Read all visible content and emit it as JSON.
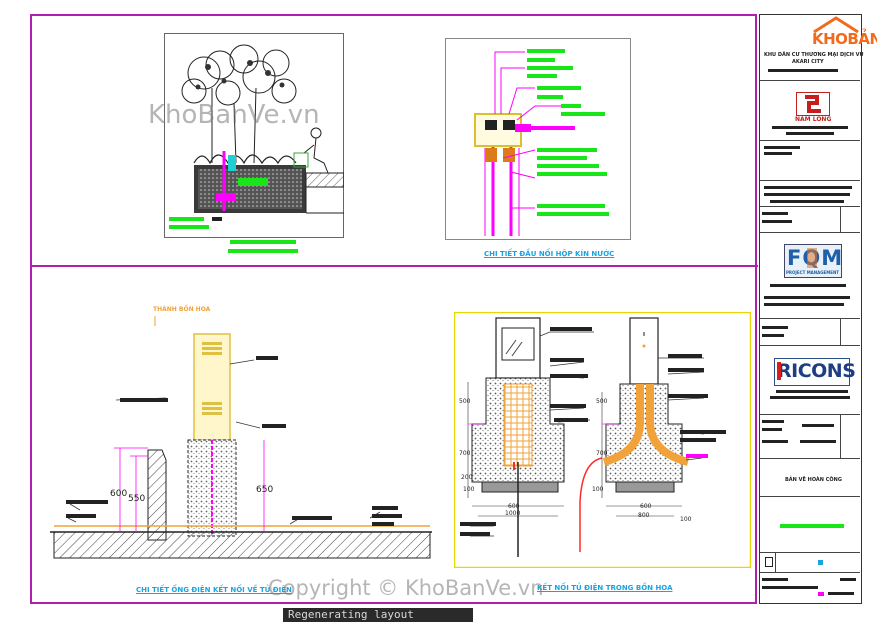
{
  "viewport": {
    "detail_captions": {
      "water_box": "CHI TIẾT ĐẦU NỐI HỘP KÍN NƯỚC",
      "conduit": "CHI TIẾT ỐNG ĐIỆN KẾT NỐI VỀ TỦ ĐIỆN",
      "cabinet": "KẾT NỐI TỦ ĐIỆN TRONG BỒN HOA"
    },
    "planter_wall_label": "THÀNH BỒN HOA",
    "dimensions": {
      "d600": "600",
      "d550": "550",
      "d650": "650",
      "d500a": "500",
      "d700a": "700",
      "d200a": "200",
      "d100a": "100",
      "d600b": "600",
      "d1000": "1000",
      "d500b": "500",
      "d700b": "700",
      "d100b": "100",
      "d600c": "600",
      "d800": "800",
      "d100c": "100"
    }
  },
  "title_block": {
    "brand_top": "KHOBẢNVẼ",
    "project_lines": [
      "KHU DÂN CƯ THƯƠNG MẠI DỊCH VỤ",
      "AKARI CITY"
    ],
    "logos": {
      "namlong": "NAM LONG",
      "fqm": "FQM",
      "fqm_sub": "PROJECT MANAGEMENT",
      "ricons": "RICONS"
    },
    "drawing_title": "BẢN VẼ HOÀN CÔNG"
  },
  "watermarks": {
    "top_left": "KhoBanVe.vn",
    "bottom": "Copyright © KhoBanVe.vn"
  },
  "status_bar": {
    "text": "Regenerating layout"
  },
  "colors": {
    "frame": "#b01fb0",
    "label_green": "#19e619",
    "magenta": "#ff00ff",
    "orange": "#f2a23a",
    "caption_blue": "#1aa3e0"
  }
}
